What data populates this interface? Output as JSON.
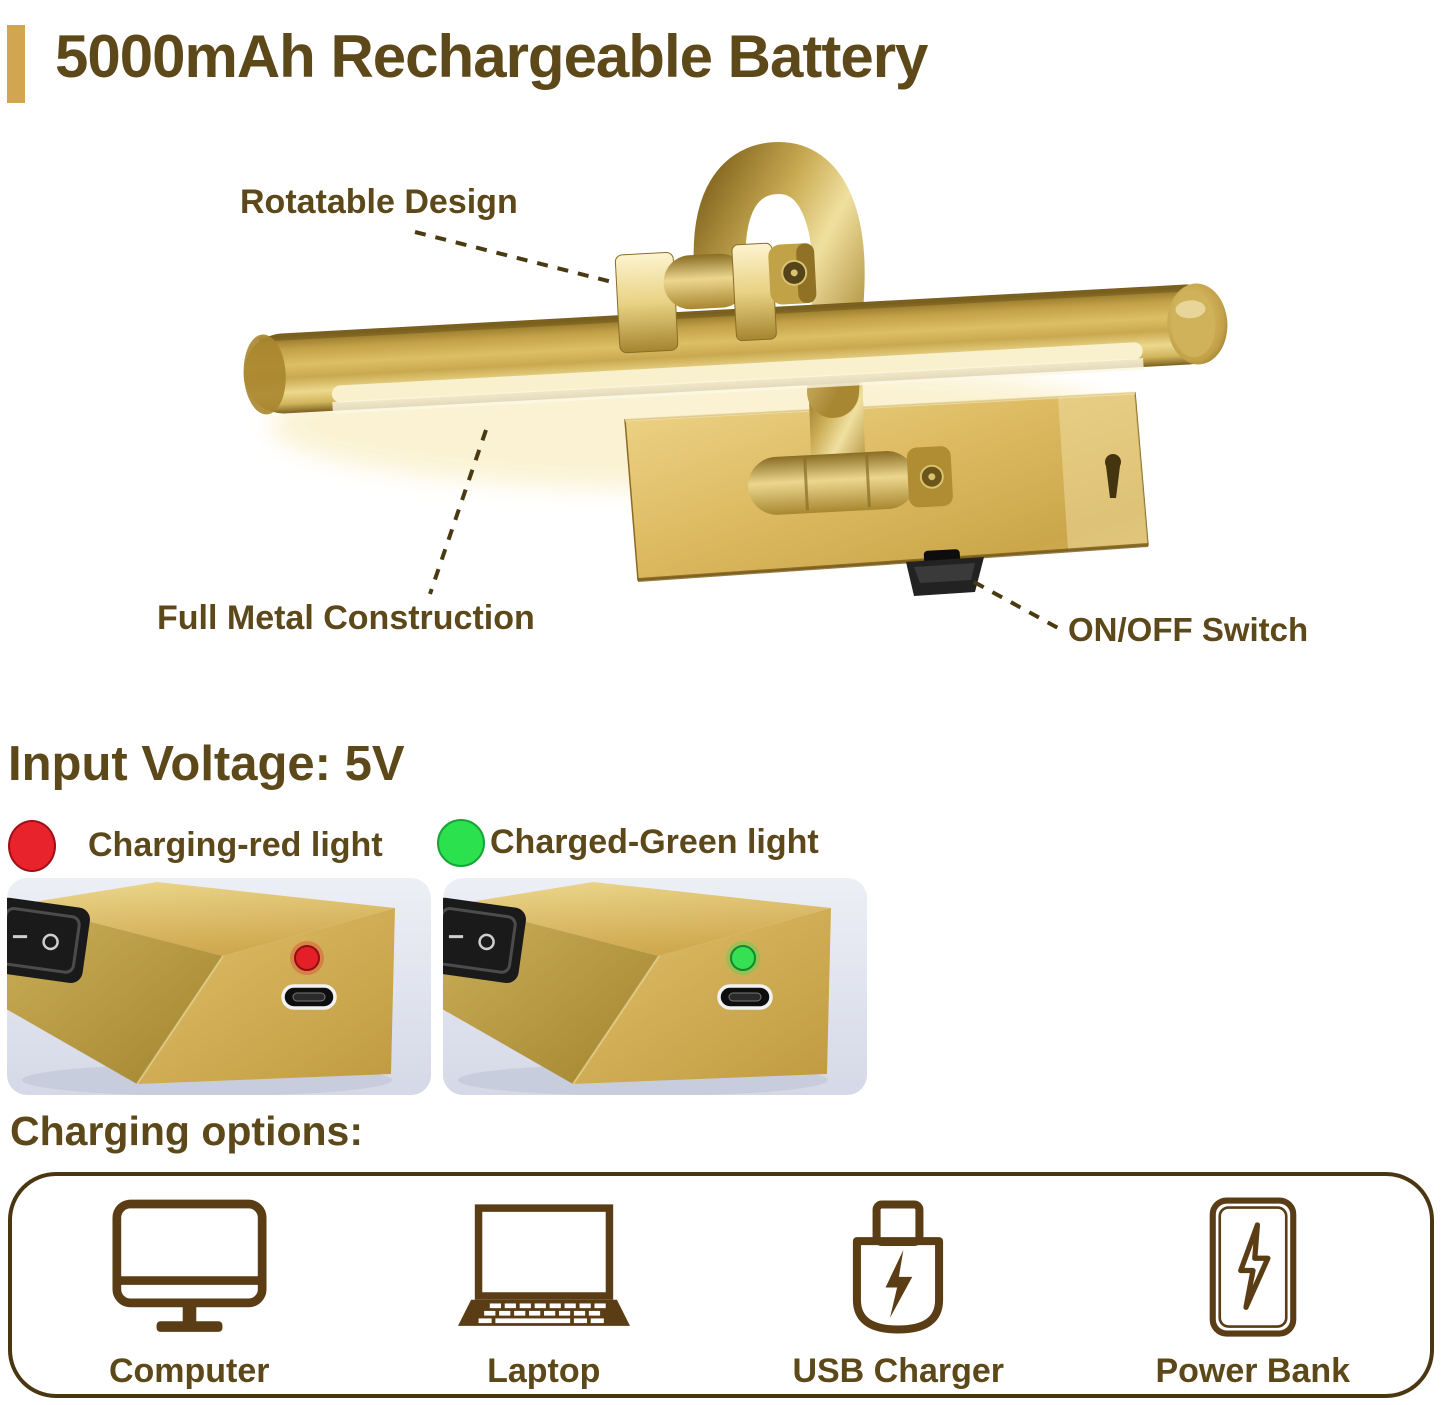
{
  "header": {
    "title": "5000mAh Rechargeable Battery",
    "accent_color": "#d2a551",
    "text_color": "#5d481a"
  },
  "hero": {
    "product": "brass rotatable picture light on wall plate",
    "labels": {
      "rotatable": "Rotatable Design",
      "full_metal": "Full Metal Construction",
      "onoff": "ON/OFF Switch"
    }
  },
  "voltage": {
    "heading": "Input Voltage: 5V"
  },
  "indicators": [
    {
      "label": "Charging-red light",
      "color": "#e8232b"
    },
    {
      "label": "Charged-Green light",
      "color": "#2be24e"
    }
  ],
  "photos": [
    {
      "name": "base with red charging LED and USB-C port",
      "led_color": "#e51f27"
    },
    {
      "name": "base with green charged LED and USB-C port",
      "led_color": "#35e053"
    }
  ],
  "charging": {
    "heading": "Charging options:",
    "options": [
      {
        "label": "Computer",
        "icon": "desktop-computer-icon"
      },
      {
        "label": "Laptop",
        "icon": "laptop-icon"
      },
      {
        "label": "USB Charger",
        "icon": "usb-charger-icon"
      },
      {
        "label": "Power Bank",
        "icon": "power-bank-icon"
      }
    ]
  }
}
